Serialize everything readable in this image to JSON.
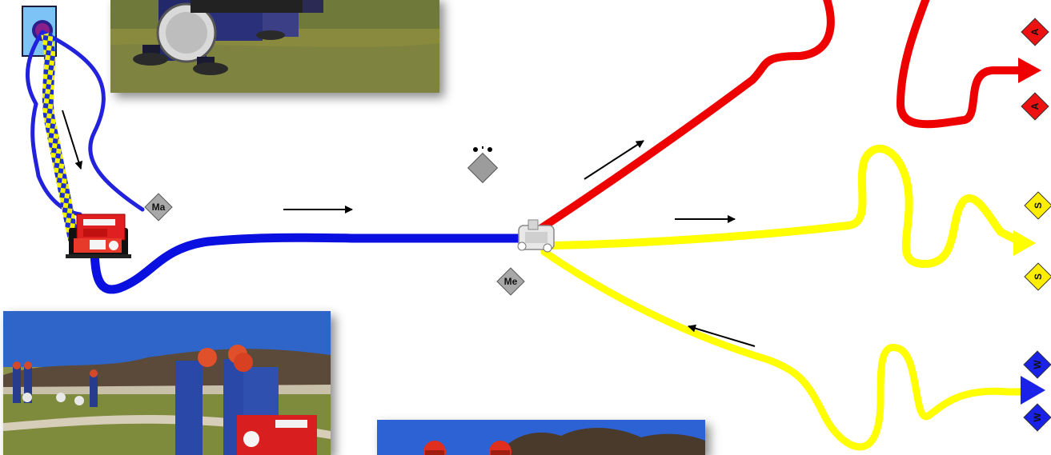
{
  "positions": {
    "machinist": {
      "label": "Ma"
    },
    "messenger": {
      "label": "Me"
    },
    "attack_troop": {
      "label": "A"
    },
    "water_troop": {
      "label": "W"
    },
    "hose_troop": {
      "label": "S"
    }
  },
  "hose_colors": {
    "suction": "#2222dd",
    "supply": "#0a10e0",
    "attack": "#ee0000",
    "hose_troop": "#ffff00",
    "water_troop": "#ffff00",
    "hydrant_box": "#7ec3f5",
    "checker_a": "#1e2fd0",
    "checker_b": "#f4f400"
  },
  "photos": [
    {
      "name": "photo-suction-hose-crew"
    },
    {
      "name": "photo-pump-crew-field"
    },
    {
      "name": "photo-helmets-trees"
    }
  ]
}
